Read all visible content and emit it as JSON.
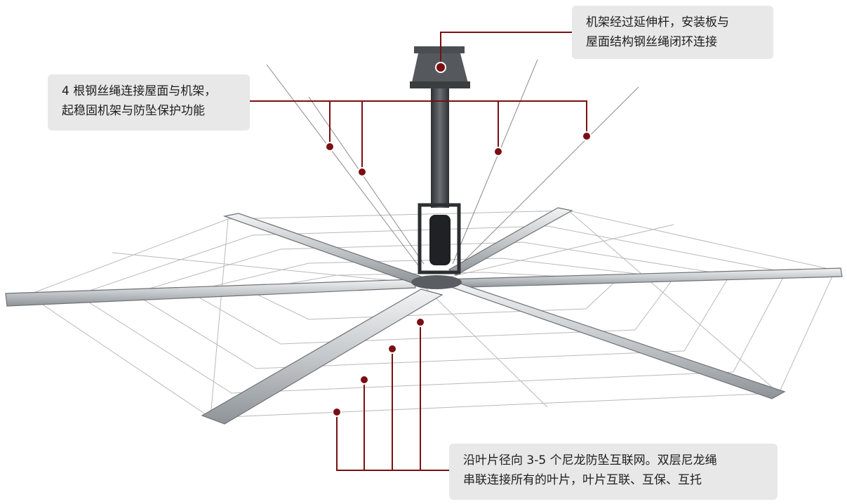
{
  "callouts": {
    "top_right": {
      "line1": "机架经过延伸杆，安装板与",
      "line2": "屋面结构钢丝绳闭环连接"
    },
    "left": {
      "line1": "4 根钢丝绳连接屋面与机架，",
      "line2": "起稳固机架与防坠保护功能"
    },
    "bottom": {
      "line1": "沿叶片径向 3-5 个尼龙防坠互联网。双层尼龙绳",
      "line2": "串联连接所有的叶片，叶片互联、互保、互托"
    }
  },
  "colors": {
    "leader_line": "#7a0f14",
    "marker": "#7a0f14",
    "callout_bg": "#e8e8e8",
    "blade": "#c9cccf",
    "frame": "#3a3d40"
  }
}
